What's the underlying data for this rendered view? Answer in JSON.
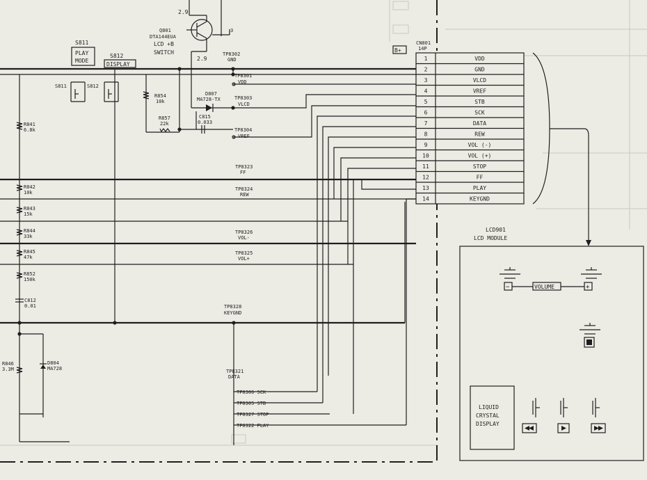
{
  "connector": {
    "ref": "CN801",
    "pins_label": "14P",
    "bplus": "B+",
    "pins": [
      {
        "num": "1",
        "name": "VDD"
      },
      {
        "num": "2",
        "name": "GND"
      },
      {
        "num": "3",
        "name": "VLCD"
      },
      {
        "num": "4",
        "name": "VREF"
      },
      {
        "num": "5",
        "name": "STB"
      },
      {
        "num": "6",
        "name": "SCK"
      },
      {
        "num": "7",
        "name": "DATA"
      },
      {
        "num": "8",
        "name": "REW"
      },
      {
        "num": "9",
        "name": "VOL (-)"
      },
      {
        "num": "10",
        "name": "VOL (+)"
      },
      {
        "num": "11",
        "name": "STOP"
      },
      {
        "num": "12",
        "name": "FF"
      },
      {
        "num": "13",
        "name": "PLAY"
      },
      {
        "num": "14",
        "name": "KEYGND"
      }
    ]
  },
  "transistor": {
    "ref": "Q801",
    "part": "DTA144EUA",
    "func_line1": "LCD +B",
    "func_line2": "SWITCH",
    "volt_top": "2.9",
    "volt_bottom": "2.9",
    "pin_label": "3"
  },
  "switches": {
    "s811": {
      "ref": "S811",
      "label1": "PLAY",
      "label2": "MODE"
    },
    "s812": {
      "ref": "S812",
      "label": "DISPLAY"
    }
  },
  "components": {
    "r854": {
      "ref": "R854",
      "value": "10k"
    },
    "r857": {
      "ref": "R857",
      "value": "22k"
    },
    "d807": {
      "ref": "D807",
      "part": "MA728-TX"
    },
    "c815": {
      "ref": "C815",
      "value": "0.033"
    },
    "r841": {
      "ref": "R841",
      "value": "6.8k"
    },
    "r842": {
      "ref": "R842",
      "value": "10k"
    },
    "r843": {
      "ref": "R843",
      "value": "15k"
    },
    "r844": {
      "ref": "R844",
      "value": "33k"
    },
    "r845": {
      "ref": "R845",
      "value": "47k"
    },
    "r852": {
      "ref": "R852",
      "value": "150k"
    },
    "c812": {
      "ref": "C812",
      "value": "0.01"
    },
    "r846": {
      "ref": "R846",
      "value": "3.3M"
    },
    "d804": {
      "ref": "D804",
      "part": "MA728"
    }
  },
  "testpoints": {
    "tp8302": {
      "ref": "TP8302",
      "sig": "GND"
    },
    "tp8301": {
      "ref": "TP8301",
      "sig": "VDD"
    },
    "tp8303": {
      "ref": "TP8303",
      "sig": "VLCD"
    },
    "tp8304": {
      "ref": "TP8304",
      "sig": "VREF"
    },
    "tp8323": {
      "ref": "TP8323",
      "sig": "FF"
    },
    "tp8324": {
      "ref": "TP8324",
      "sig": "REW"
    },
    "tp8326": {
      "ref": "TP8326",
      "sig": "VOL-"
    },
    "tp8325": {
      "ref": "TP8325",
      "sig": "VOL+"
    },
    "tp8328": {
      "ref": "TP8328",
      "sig": "KEYGND"
    },
    "tp8321": {
      "ref": "TP8321",
      "sig": "DATA"
    },
    "tp8306": "TP8306 SCK",
    "tp8305": "TP8305 STB",
    "tp8327": "TP8327 STOP",
    "tp8322": "TP8322 PLAY"
  },
  "lcd_module": {
    "ref": "LCD901",
    "title": "LCD MODULE",
    "volume_label": "VOLUME",
    "minus": "−",
    "plus": "+",
    "display_line1": "LIQUID",
    "display_line2": "CRYSTAL",
    "display_line3": "DISPLAY",
    "icons": [
      "rewind-icon",
      "play-icon",
      "fast-forward-icon",
      "stop-icon"
    ]
  },
  "colors": {
    "ink": "#1e1e1e",
    "paper": "#ecebe4",
    "faint": "#c9c9c4"
  }
}
